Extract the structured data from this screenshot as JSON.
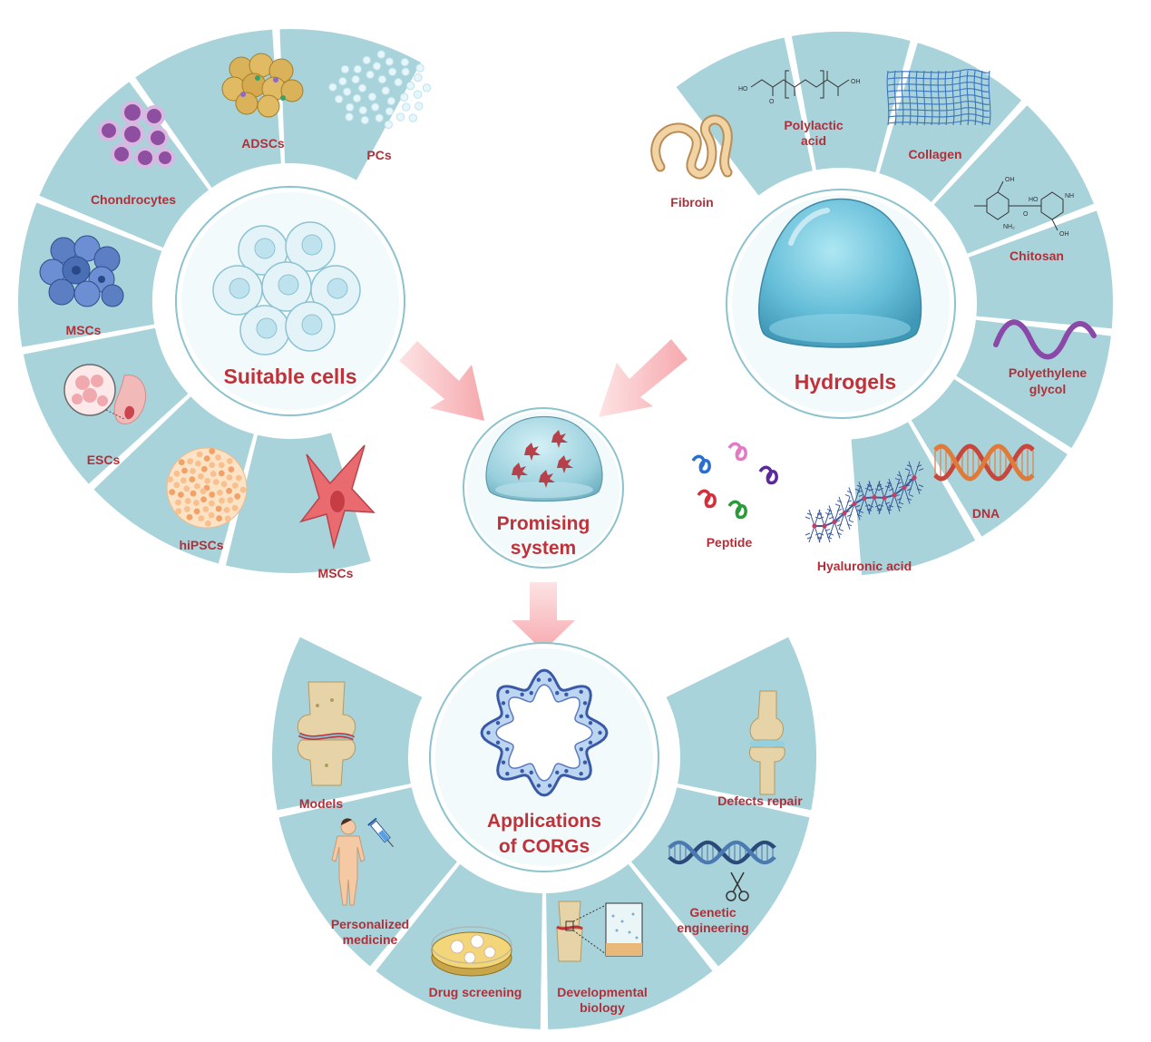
{
  "colors": {
    "segment_fill": "#a9d3da",
    "segment_gap": "#ffffff",
    "hub_fill": "#f3fafc",
    "hub_ring": "#8cc3cd",
    "label_red": "#b0303a",
    "arrow_pink": "#f6b3b8"
  },
  "cells": {
    "hub_label": "Suitable cells",
    "segments": [
      {
        "label": "MSCs",
        "icon": "msc-cluster-icon"
      },
      {
        "label": "Chondrocytes",
        "icon": "chondrocyte-icon"
      },
      {
        "label": "ADSCs",
        "icon": "adipocyte-icon"
      },
      {
        "label": "PCs",
        "icon": "pericyte-icon"
      },
      {
        "label": "MSCs",
        "icon": "spindle-cell-icon"
      },
      {
        "label": "hiPSCs",
        "icon": "ipsc-colony-icon"
      },
      {
        "label": "ESCs",
        "icon": "embryo-icon"
      }
    ]
  },
  "hydrogels": {
    "hub_label": "Hydrogels",
    "segments": [
      {
        "label": "Fibroin",
        "icon": "fibroin-strand-icon"
      },
      {
        "label": "Polylactic",
        "label2": "acid",
        "icon": "polylactic-acid-formula-icon",
        "formula_text": {
          "ho": "HO",
          "oh": "OH",
          "o": "O"
        }
      },
      {
        "label": "Collagen",
        "icon": "collagen-mesh-icon"
      },
      {
        "label": "Chitosan",
        "icon": "chitosan-formula-icon",
        "formula_text": {
          "oh": "OH",
          "ho": "HO",
          "nh2": "NH₂",
          "nh": "NH",
          "o": "O"
        }
      },
      {
        "label": "Polyethylene",
        "label2": "glycol",
        "icon": "peg-wave-icon"
      },
      {
        "label": "DNA",
        "icon": "dna-helix-icon"
      },
      {
        "label": "Hyaluronic acid",
        "icon": "hyaluronic-acid-icon"
      },
      {
        "label": "Peptide",
        "icon": "peptide-coils-icon"
      }
    ]
  },
  "center": {
    "label_line1": "Promising",
    "label_line2": "system"
  },
  "applications": {
    "hub_label_line1": "Applications",
    "hub_label_line2": "of CORGs",
    "segments": [
      {
        "label": "Models",
        "icon": "knee-joint-icon"
      },
      {
        "label": "Personalized",
        "label2": "medicine",
        "icon": "human-syringe-icon"
      },
      {
        "label": "Drug screening",
        "icon": "petri-dish-icon"
      },
      {
        "label": "Developmental",
        "label2": "biology",
        "icon": "joint-development-icon"
      },
      {
        "label": "Genetic",
        "label2": "engineering",
        "icon": "dna-scissors-icon"
      },
      {
        "label": "Defects repair",
        "icon": "knee-bones-icon"
      }
    ]
  }
}
